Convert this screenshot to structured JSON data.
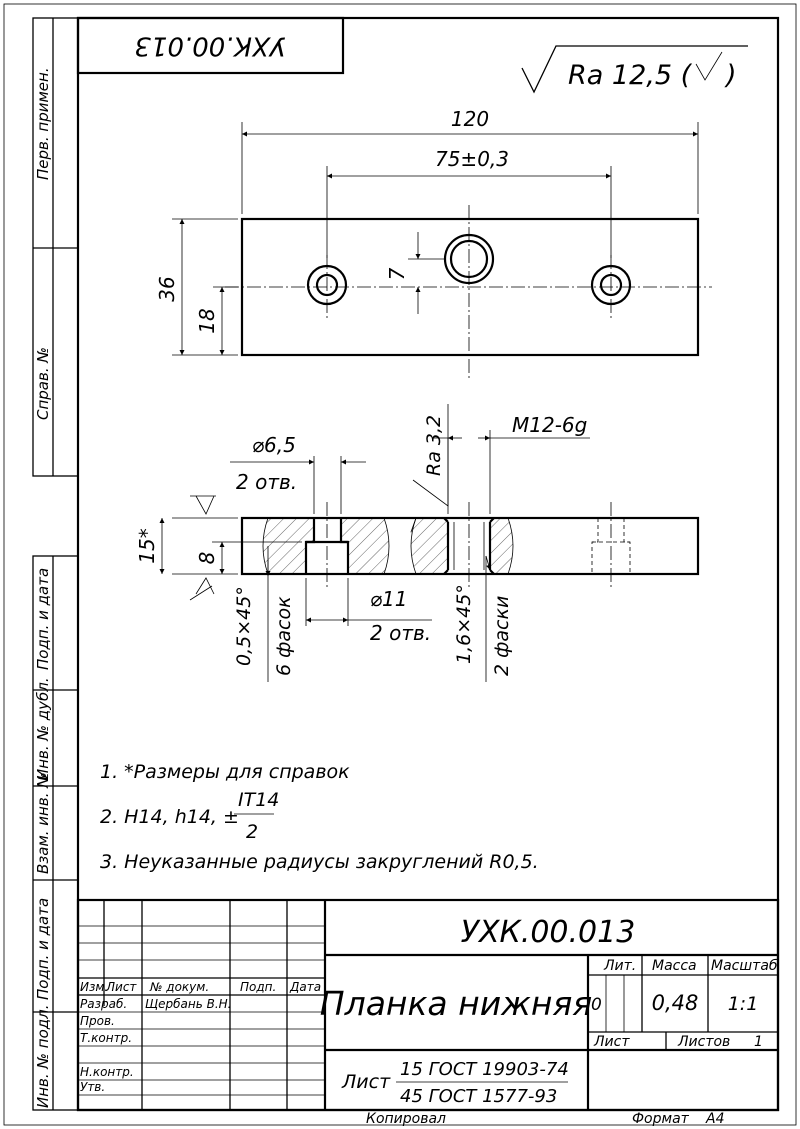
{
  "title_block": {
    "code": "УХК.00.013",
    "code_rotated": "УХК.00.013",
    "name": "Планка нижняя",
    "lit_label": "Лит.",
    "mass_label": "Масса",
    "scale_label": "Масштаб",
    "lit_value": "0",
    "mass_value": "0,48",
    "scale_value": "1:1",
    "sheet_label": "Лист",
    "sheets_label": "Листов",
    "sheets_value": "1",
    "material_prefix": "Лист",
    "material_top": "15 ГОСТ 19903-74",
    "material_bottom": "45 ГОСТ 1577-93",
    "headers": {
      "izm": "Изм.",
      "list": "Лист",
      "doc": "№ докум.",
      "sign": "Подп.",
      "date": "Дата"
    },
    "rows": {
      "razrab": "Разраб.",
      "razrab_name": "Щербань В.Н.",
      "prov": "Пров.",
      "tkontr": "Т.контр.",
      "nkontr": "Н.контр.",
      "utv": "Утв."
    },
    "copied": "Копировал",
    "format_label": "Формат",
    "format_value": "А4"
  },
  "side_labels": {
    "perv_primen": "Перв. примен.",
    "sprav_no": "Справ. №",
    "podp_data_1": "Подп. и дата",
    "inv_dubl": "Инв. № дубл.",
    "vzam_inv": "Взам. инв. №",
    "podp_data_2": "Подп. и дата",
    "inv_podl": "Инв. № подл."
  },
  "roughness": {
    "general": "Ra 12,5 (",
    "general_close": ")",
    "local": "Ra 3,2"
  },
  "dimensions": {
    "overall_length": "120",
    "hole_spacing": "75±0,3",
    "height_36": "36",
    "half_18": "18",
    "offset_7": "7",
    "small_dia": "⌀6,5",
    "small_dia_count": "2 отв.",
    "thread": "M12-6g",
    "thick_15": "15*",
    "depth_8": "8",
    "cbore_dia": "⌀11",
    "cbore_count": "2 отв.",
    "chamfer_small": "0,5×45°",
    "chamfer_small_count": "6 фасок",
    "chamfer_large": "1,6×45°",
    "chamfer_large_count": "2 фаски"
  },
  "notes": {
    "n1": "1.  *Размеры для справок",
    "n2": "2.  H14, h14, ±",
    "n2_num": "IT14",
    "n2_den": "2",
    "n3": "3.  Неуказанные радиусы закруглений R0,5."
  }
}
